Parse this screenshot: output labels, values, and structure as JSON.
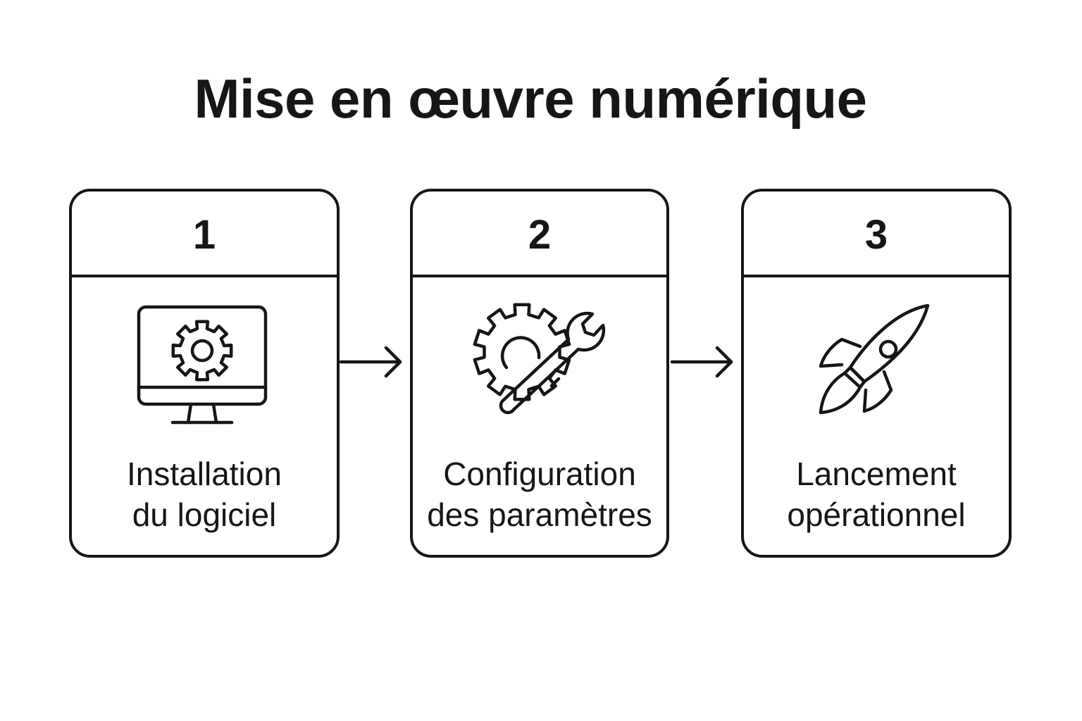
{
  "title": "Mise en œuvre numérique",
  "steps": [
    {
      "number": "1",
      "label_line1": "Installation",
      "label_line2": "du logiciel",
      "icon": "monitor-gear-icon"
    },
    {
      "number": "2",
      "label_line1": "Configuration",
      "label_line2": "des paramètres",
      "icon": "gear-wrench-icon"
    },
    {
      "number": "3",
      "label_line1": "Lancement",
      "label_line2": "opérationnel",
      "icon": "rocket-icon"
    }
  ],
  "colors": {
    "stroke": "#161616",
    "background": "#ffffff"
  }
}
